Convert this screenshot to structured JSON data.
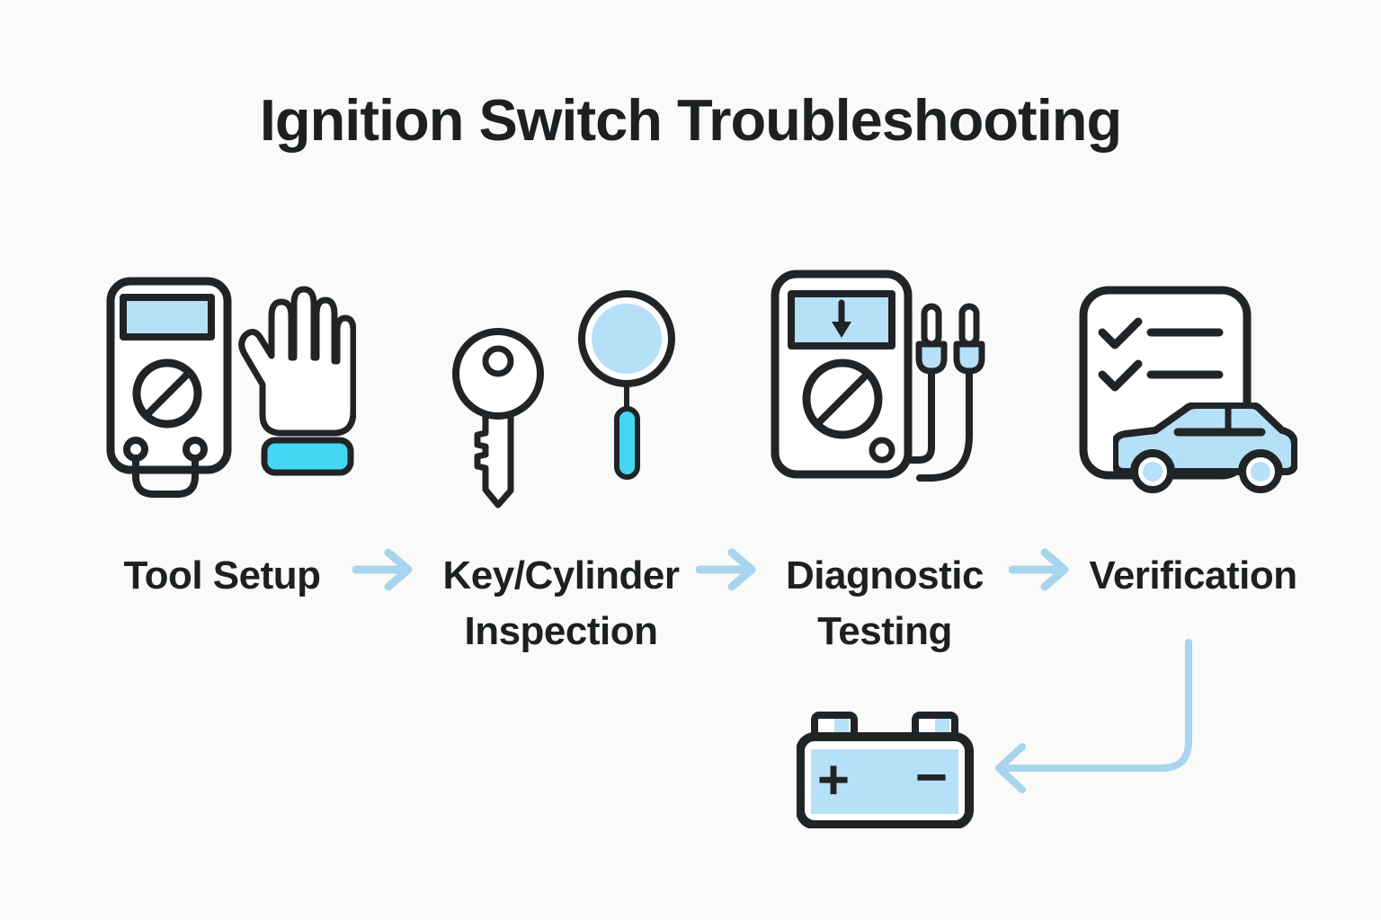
{
  "title": "Ignition Switch Troubleshooting",
  "colors": {
    "background": "#fafaf8",
    "ink": "#212427",
    "text": "#1d2023",
    "light_blue": "#b5e0f7",
    "cyan": "#45d6f3",
    "arrow_blue": "#a8d4ee"
  },
  "steps": [
    {
      "line1": "Tool Setup",
      "line2": "",
      "icons": [
        "multimeter-icon",
        "safety-glove-icon"
      ]
    },
    {
      "line1": "Key/Cylinder",
      "line2": "Inspection",
      "icons": [
        "key-icon",
        "magnifier-icon"
      ]
    },
    {
      "line1": "Diagnostic",
      "line2": "Testing",
      "icons": [
        "multimeter-probes-icon"
      ]
    },
    {
      "line1": "Verification",
      "line2": "",
      "icons": [
        "checklist-icon",
        "car-icon"
      ]
    }
  ],
  "connectors": {
    "flow_arrow_icon": "arrow-right-icon",
    "loop_arrow_icon": "elbow-arrow-left-icon",
    "loop_from": "Verification",
    "loop_to": "battery"
  },
  "battery": {
    "icon": "car-battery-icon",
    "plus": "+",
    "minus": "−"
  }
}
